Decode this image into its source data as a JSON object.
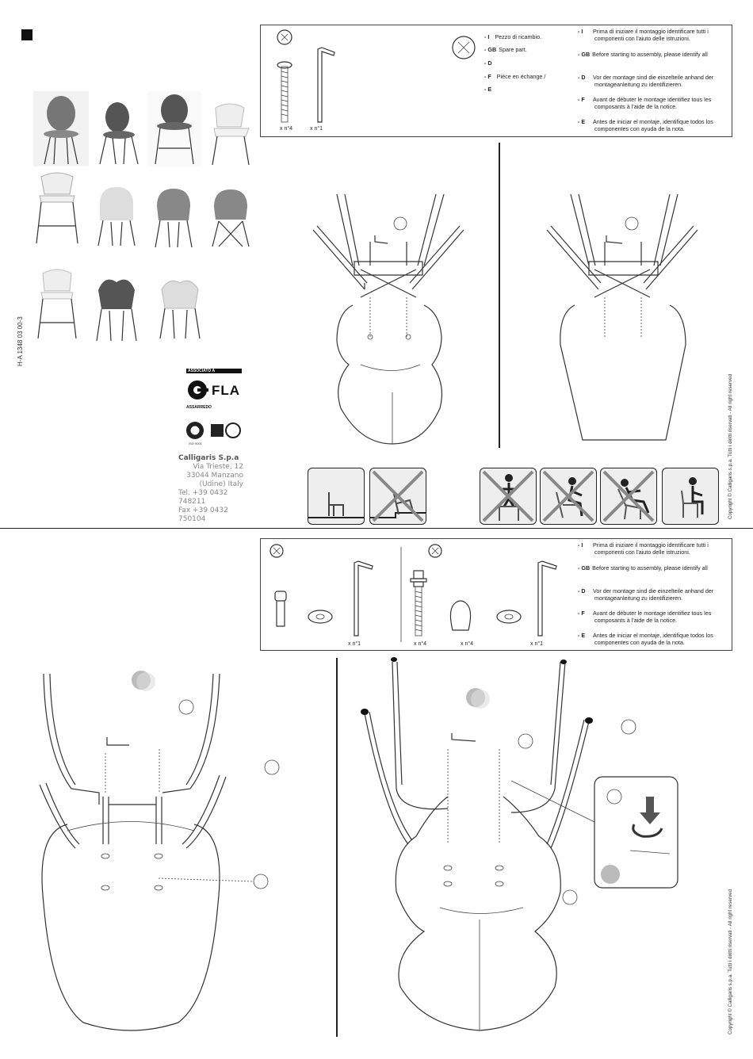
{
  "doc": {
    "code": "H-A 1348 03 00-3",
    "copyright": "Copyright © Calligaris s.p.a. Tutti i diritti riservati - All right reserved"
  },
  "company": {
    "assoc_label": "ASSOCIATO A",
    "assoc_name": "FLA",
    "assoc_sub": "ASSARREDO",
    "iso_label": "ISO 9001",
    "name": "Calligaris S.p.a",
    "address1": "Via Trieste, 12",
    "address2": "33044 Manzano",
    "address3": "(Udine) Italy",
    "tel": "Tel. +39 0432 748211",
    "fax": "Fax +39 0432 750104"
  },
  "box1": {
    "qty_screw": "x n°4",
    "qty_key": "x n°1",
    "spare": [
      {
        "code": "- I",
        "text": "Pezzo di ricambio."
      },
      {
        "code": "- GB",
        "text": "Spare part."
      },
      {
        "code": "- D",
        "text": ""
      },
      {
        "code": "- F",
        "text": "Pièce en échange /"
      },
      {
        "code": "- E",
        "text": ""
      }
    ]
  },
  "instructions": [
    {
      "code": "- I",
      "text1": "Prima di iniziare il montaggio identificare tutti i",
      "text2": "componenti con l'aiuto delle istruzioni."
    },
    {
      "code": "- GB",
      "text1": "Before starting to assembly, please identify all",
      "text2": ""
    },
    {
      "code": "- D",
      "text1": "Vor der montage  sind die einzelteile anhand der",
      "text2": "montageanleitung zu identifizieren."
    },
    {
      "code": "- F",
      "text1": "Avant de débuter le montage identifiez tous les",
      "text2": "composants à l'aide de la notice."
    },
    {
      "code": "- E",
      "text1": "Antes de iniciar el montaje, identifique todos los",
      "text2": "componentes con ayuda de la nota."
    }
  ],
  "box2": {
    "qty_key_a": "x n°1",
    "qty_bolt": "x n°4",
    "qty_cap": "x n°4",
    "qty_key_b": "x n°1"
  },
  "symbols": {
    "warning": [
      "floor-ok",
      "floor-crossed"
    ],
    "posture": [
      "stand-crossed",
      "tilt-crossed",
      "lean-crossed",
      "sit-ok"
    ]
  }
}
